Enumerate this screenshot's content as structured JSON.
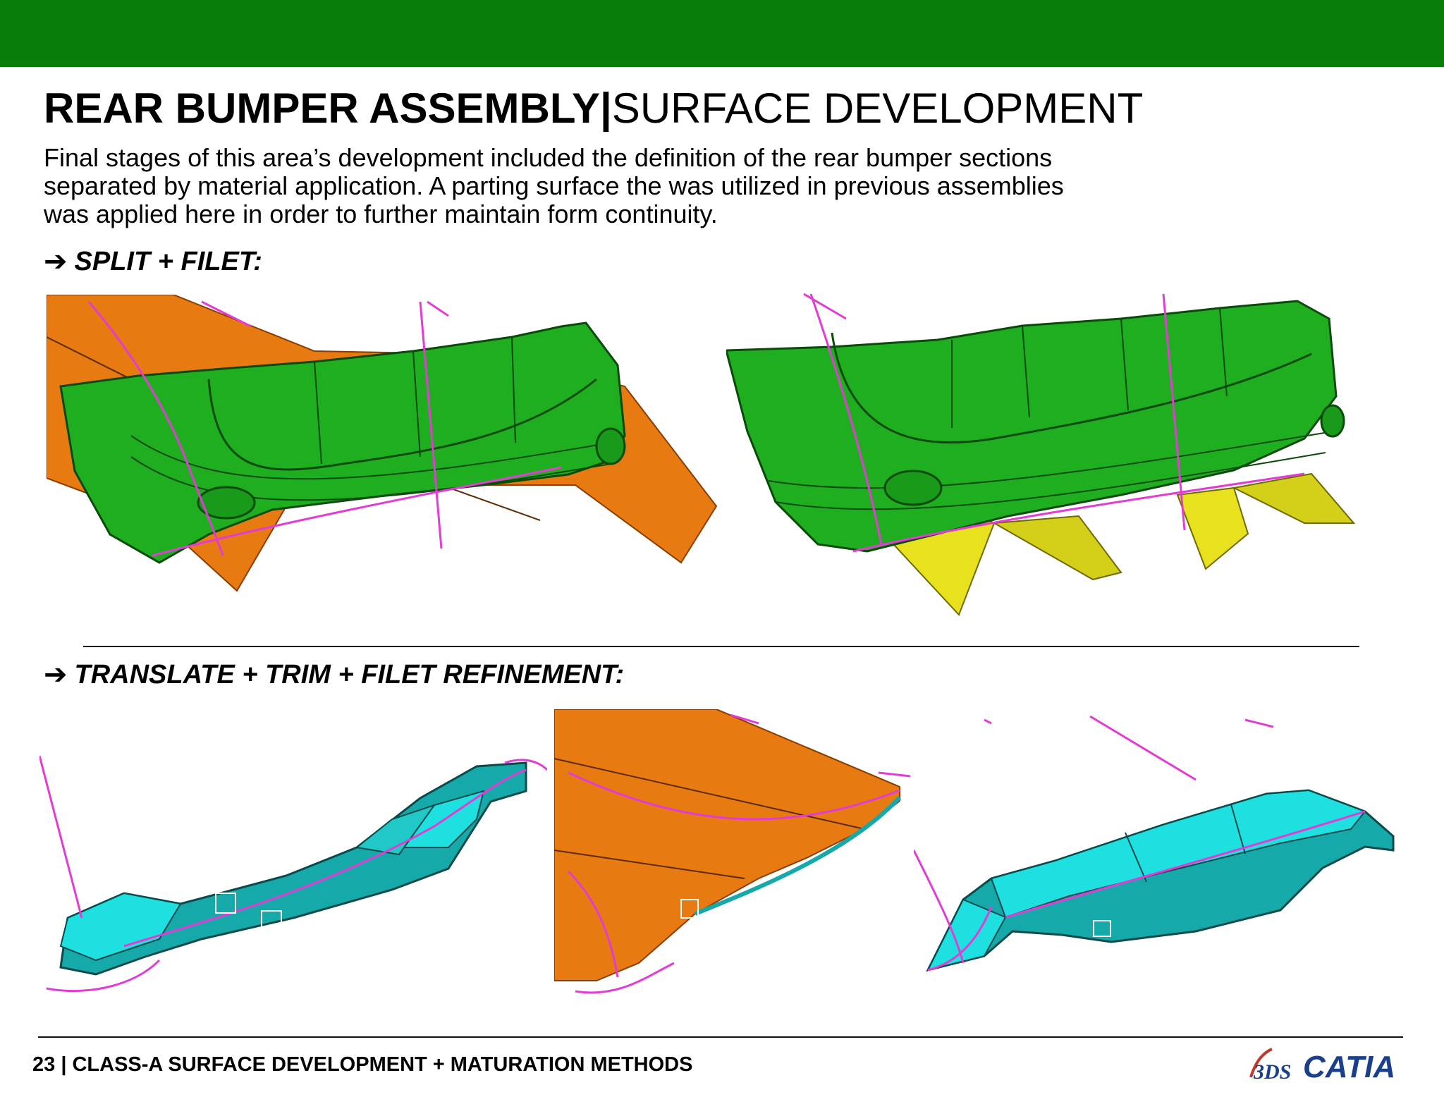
{
  "slide": {
    "title_bold": "REAR BUMPER ASSEMBLY",
    "title_sep": "|",
    "title_light": "SURFACE DEVELOPMENT",
    "intro": [
      "Final stages of this area’s development included the definition of the rear bumper sections",
      "separated by material application. A parting surface the was utilized in previous assemblies",
      "was applied here in order to further maintain form continuity."
    ],
    "sections": [
      {
        "arrow": "➔",
        "label": "SPLIT + FILET:"
      },
      {
        "arrow": "➔",
        "label": "TRANSLATE + TRIM + FILET REFINEMENT:"
      }
    ]
  },
  "footer": {
    "page_label": "23 | CLASS-A SURFACE DEVELOPMENT + MATURATION METHODS",
    "logo_text": "CATIA",
    "logo_mark": "3DS"
  },
  "colors": {
    "header_green": "#077e07",
    "bumper_green": "#1fae1f",
    "parting_orange": "#e77a10",
    "yellow_panel": "#e7e21d",
    "cyan_panel": "#1ee0e0",
    "curve_magenta": "#e23cd5",
    "logo_blue": "#1a3f8c"
  }
}
